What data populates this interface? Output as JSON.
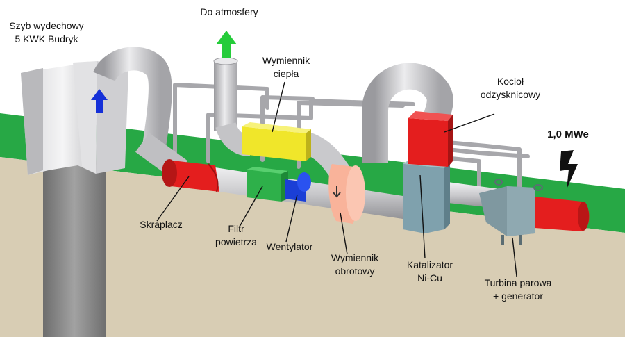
{
  "colors": {
    "sky": "#ffffff",
    "grass": "#27a845",
    "ground": "#d8cdb4",
    "pipe": "#c8c8cb",
    "shaft": "#8d8d8d",
    "condenser": "#e41e1e",
    "air_filter": "#2eb04a",
    "fan": "#1b3fd6",
    "heat_exchanger": "#f0e62a",
    "rotary_exchanger": "#f9b39a",
    "catalyst": "#7fa1ad",
    "recovery_boiler": "#e41e1e",
    "turbine_housing": "#7f98a0",
    "generator": "#e41e1e",
    "arrow_up": "#1530d8",
    "arrow_exhaust": "#25cc3a"
  },
  "labels": {
    "shaft": [
      "Szyb wydechowy",
      "5 KWK Budryk"
    ],
    "atmosphere": [
      "Do atmosfery"
    ],
    "heat_exchanger": [
      "Wymiennik",
      "ciepła"
    ],
    "recovery_boiler": [
      "Kocioł",
      "odzysknicowy"
    ],
    "power": [
      "1,0 MWe"
    ],
    "condenser": [
      "Skraplacz"
    ],
    "air_filter": [
      "Filtr",
      "powietrza"
    ],
    "fan": [
      "Wentylator"
    ],
    "rotary_exchanger": [
      "Wymiennik",
      "obrotowy"
    ],
    "catalyst": [
      "Katalizator",
      "Ni-Cu"
    ],
    "turbine": [
      "Turbina parowa",
      "+ generator"
    ]
  },
  "icons": {
    "shaft_arrow": "up-arrow-icon",
    "exhaust_arrow": "up-arrow-icon",
    "power_symbol": "lightning-bolt-icon",
    "rotary_direction": "down-arrow-icon"
  }
}
